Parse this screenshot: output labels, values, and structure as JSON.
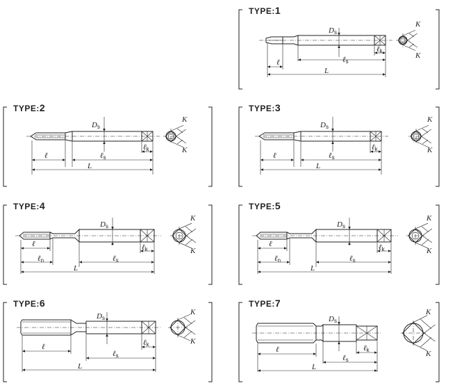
{
  "diagram": {
    "type_label_prefix": "TYPE:",
    "dimension_symbols": {
      "diameter_symbol": "D",
      "diameter_subscript": "s",
      "shank_length_symbol": "ℓ",
      "shank_length_subscript": "s",
      "square_length_symbol": "ℓ",
      "square_length_subscript": "k",
      "neck_length_symbol": "ℓ",
      "neck_length_subscript": "n",
      "thread_length": "ℓ",
      "overall_length": "L",
      "square_size": "K"
    },
    "types": [
      {
        "number": "1"
      },
      {
        "number": "2"
      },
      {
        "number": "3"
      },
      {
        "number": "4"
      },
      {
        "number": "5"
      },
      {
        "number": "6"
      },
      {
        "number": "7"
      }
    ]
  }
}
